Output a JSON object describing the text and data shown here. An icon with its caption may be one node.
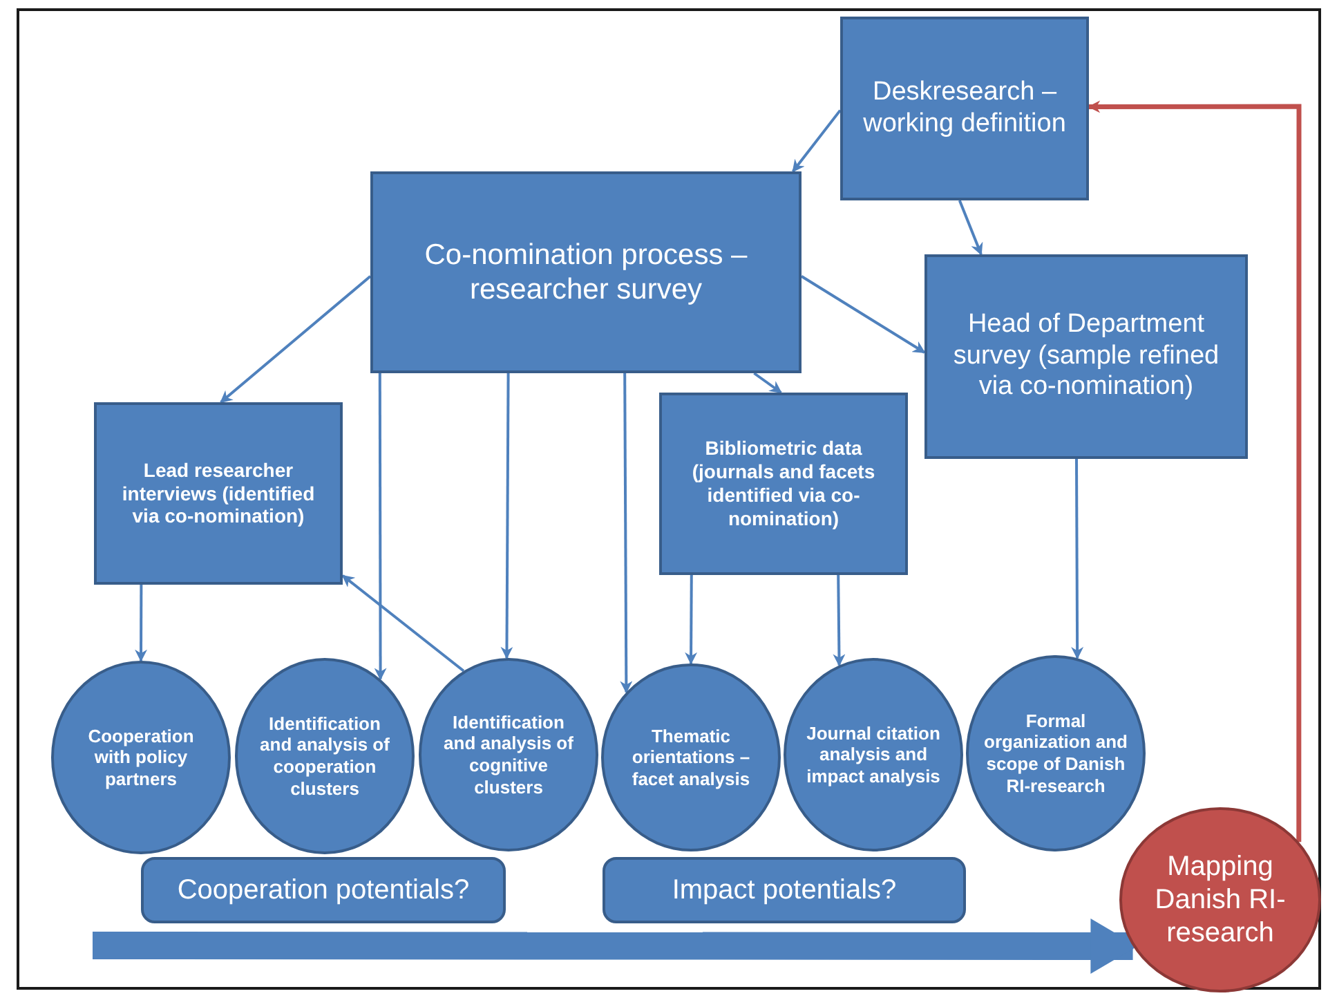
{
  "diagram": {
    "nodes": [
      {
        "text": [
          "Deskresearch – working definition"
        ]
      },
      {
        "text": [
          "Co-nomination process – researcher survey"
        ]
      },
      {
        "text": [
          "Head of Department survey (sample refined via co-nomination)"
        ]
      },
      {
        "text": [
          "Lead researcher interviews (identified via co-nomination)"
        ]
      },
      {
        "text": [
          "Bibliometric data (journals and facets identified via co-nomination)"
        ]
      },
      {
        "text": [
          "Cooperation with policy partners"
        ]
      },
      {
        "text": [
          "Identification and analysis of cooperation clusters"
        ]
      },
      {
        "text": [
          "Identification and analysis of cognitive clusters"
        ]
      },
      {
        "text": [
          "Thematic orientations – facet analysis"
        ]
      },
      {
        "text": [
          "Journal citation analysis and impact analysis"
        ]
      },
      {
        "text": [
          "Formal organization and scope of Danish RI-research"
        ]
      },
      {
        "text": [
          "Cooperation potentials?"
        ]
      },
      {
        "text": [
          "Impact potentials?"
        ]
      },
      {
        "text": [
          "Mapping Danish RI-research"
        ]
      }
    ],
    "edges": [
      {
        "from": 0,
        "to": 1,
        "arrow": "to"
      },
      {
        "from": 0,
        "to": 2,
        "arrow": "to"
      },
      {
        "from": 1,
        "to": 3,
        "arrow": "to"
      },
      {
        "from": 1,
        "to": 2,
        "arrow": "to"
      },
      {
        "from": 1,
        "to": 4,
        "arrow": "to"
      },
      {
        "from": 1,
        "to": 6,
        "arrow": "to"
      },
      {
        "from": 1,
        "to": 7,
        "arrow": "to"
      },
      {
        "from": 1,
        "to": 8,
        "arrow": "to"
      },
      {
        "from": 3,
        "to": 5,
        "arrow": "to"
      },
      {
        "from": 7,
        "to": 3,
        "arrow": "to"
      },
      {
        "from": 4,
        "to": 8,
        "arrow": "to"
      },
      {
        "from": 4,
        "to": 9,
        "arrow": "to"
      },
      {
        "from": 2,
        "to": 10,
        "arrow": "to"
      },
      {
        "from": 13,
        "to": 0,
        "arrow": "to",
        "color": "#c0504d"
      },
      {
        "from": null,
        "to": 13,
        "arrow": "to",
        "style": "thick"
      }
    ]
  }
}
